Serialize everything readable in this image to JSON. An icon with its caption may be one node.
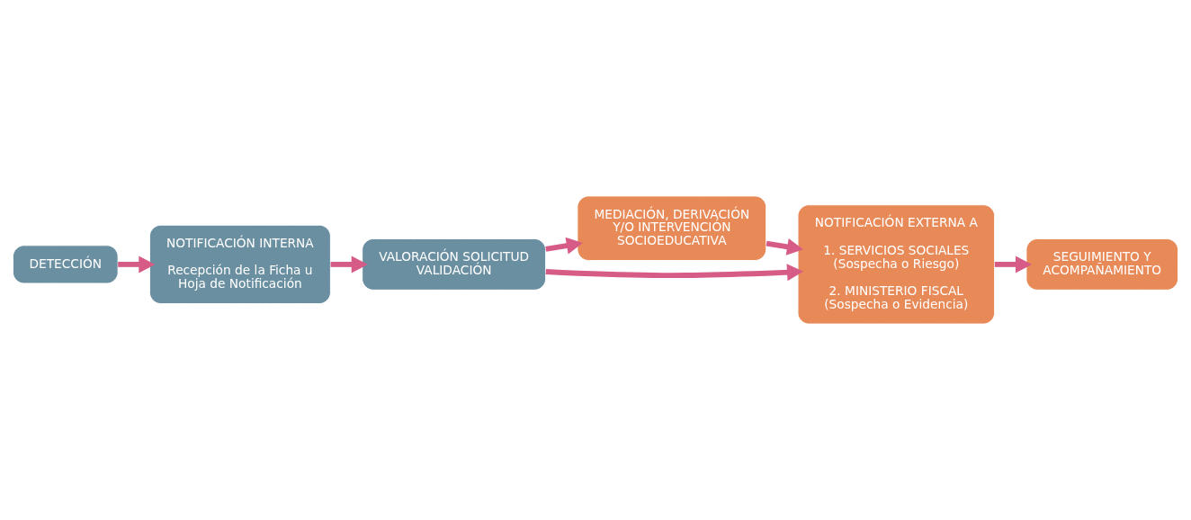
{
  "diagram": {
    "nodes": [
      {
        "text": [
          "DETECCIÓN"
        ]
      },
      {
        "text": [
          "NOTIFICACIÓN INTERNA",
          "Recepción de la Ficha u Hoja de Notificación"
        ]
      },
      {
        "text": [
          "VALORACIÓN SOLICITUD VALIDACIÓN"
        ]
      },
      {
        "text": [
          "MEDIACIÓN, DERIVACIÓN Y/O INTERVENCIÓN SOCIOEDUCATIVA"
        ]
      },
      {
        "text": [
          "NOTIFICACIÓN EXTERNA A",
          "1. SERVICIOS SOCIALES (Sospecha o Riesgo)",
          "2. MINISTERIO FISCAL (Sospecha o Evidencia)"
        ]
      },
      {
        "text": [
          "SEGUIMIENTO Y ACOMPAÑAMIENTO"
        ]
      }
    ],
    "edges": [
      {
        "from": 0,
        "to": 1,
        "arrow": "to"
      },
      {
        "from": 1,
        "to": 2,
        "arrow": "to"
      },
      {
        "from": 2,
        "to": 3,
        "arrow": "to"
      },
      {
        "from": 2,
        "to": 4,
        "arrow": "to"
      },
      {
        "from": 3,
        "to": 4,
        "arrow": "to"
      },
      {
        "from": 4,
        "to": 5,
        "arrow": "to"
      }
    ]
  }
}
